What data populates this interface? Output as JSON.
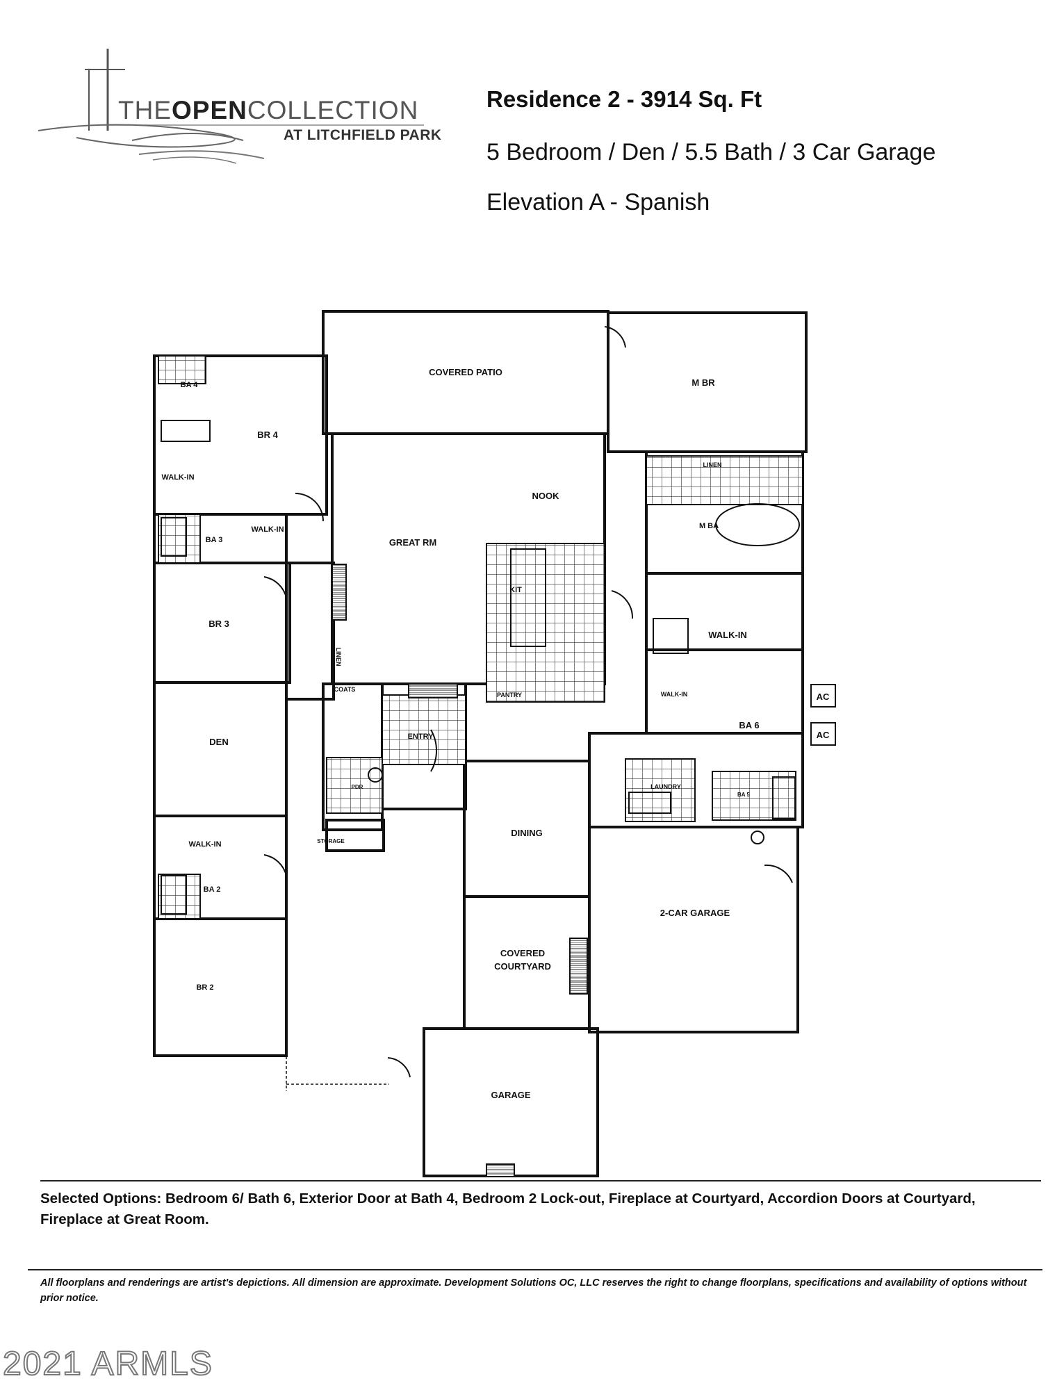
{
  "logo": {
    "brand_pre": "THE",
    "brand_bold": "OPEN",
    "brand_post": "COLLECTION",
    "subtitle": "AT LITCHFIELD PARK"
  },
  "header": {
    "line1": "Residence 2 - 3914 Sq. Ft",
    "line2": "5 Bedroom / Den / 5.5 Bath / 3 Car Garage",
    "line3": "Elevation A - Spanish"
  },
  "rooms": {
    "covered_patio": "COVERED PATIO",
    "mbr": "M BR",
    "br4": "BR 4",
    "ba4": "BA 4",
    "walkin_br4": "WALK-IN",
    "walkin_br3": "WALK-IN",
    "ba3": "BA 3",
    "nook": "NOOK",
    "great_rm": "GREAT RM",
    "kit": "KIT",
    "linen_m": "LINEN",
    "mba": "M BA",
    "walkin_m": "WALK-IN",
    "br3": "BR 3",
    "linen_hall": "LINEN",
    "coats": "COATS",
    "pantry": "PANTRY",
    "entry": "ENTRY",
    "walkin_ba6": "WALK-IN",
    "ba6": "BA 6",
    "ac1": "AC",
    "ac2": "AC",
    "den": "DEN",
    "pdr": "PDR",
    "laundry": "LAUNDRY",
    "ba5": "BA 5",
    "dining": "DINING",
    "storage": "STORAGE",
    "walkin_br2": "WALK-IN",
    "ba2": "BA 2",
    "two_car_garage": "2-CAR GARAGE",
    "covered_courtyard_1": "COVERED",
    "covered_courtyard_2": "COURTYARD",
    "br2": "BR 2",
    "garage": "GARAGE"
  },
  "options_text": "Selected Options: Bedroom 6/ Bath 6, Exterior Door at Bath 4, Bedroom 2 Lock-out, Fireplace at Courtyard, Accordion Doors at Courtyard, Fireplace at Great Room.",
  "disclaimer": "All floorplans and renderings are artist's depictions.  All dimension are approximate.  Development Solutions OC, LLC reserves the right to change floorplans, specifications and availability of options without prior notice.",
  "watermark": "2021 ARMLS"
}
